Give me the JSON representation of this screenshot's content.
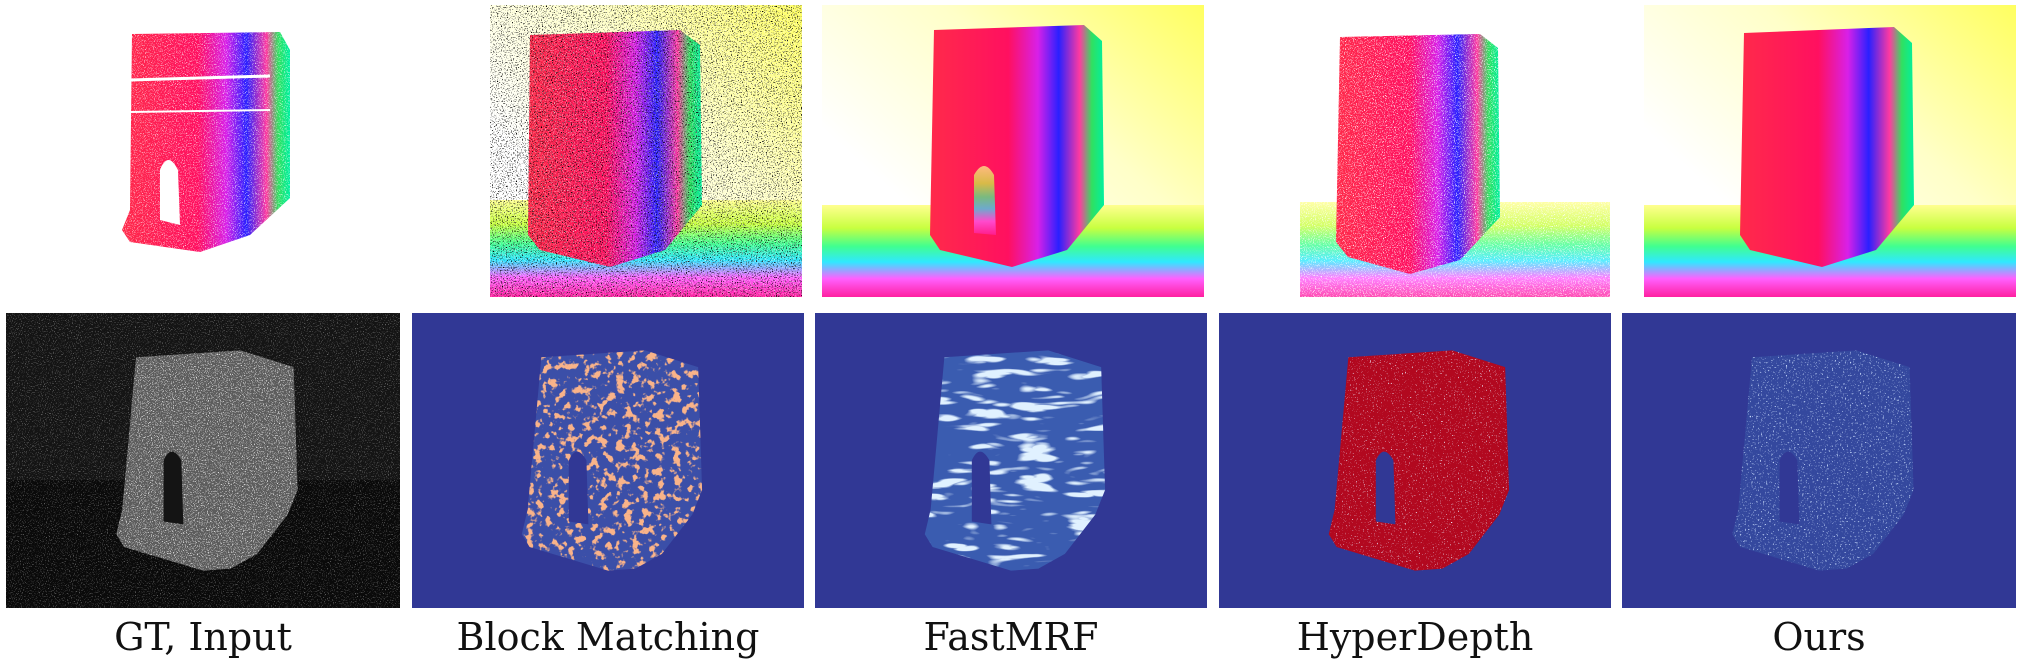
{
  "figure": {
    "columns": [
      {
        "caption": "GT, Input"
      },
      {
        "caption": "Block Matching"
      },
      {
        "caption": "FastMRF"
      },
      {
        "caption": "HyperDepth"
      },
      {
        "caption": "Ours"
      }
    ],
    "colors": {
      "error_background": "#313895",
      "error_low": "#4a78c8",
      "error_high": "#e0603a",
      "error_red": "#b2081f",
      "ir_background": "#0c0c0c"
    }
  }
}
